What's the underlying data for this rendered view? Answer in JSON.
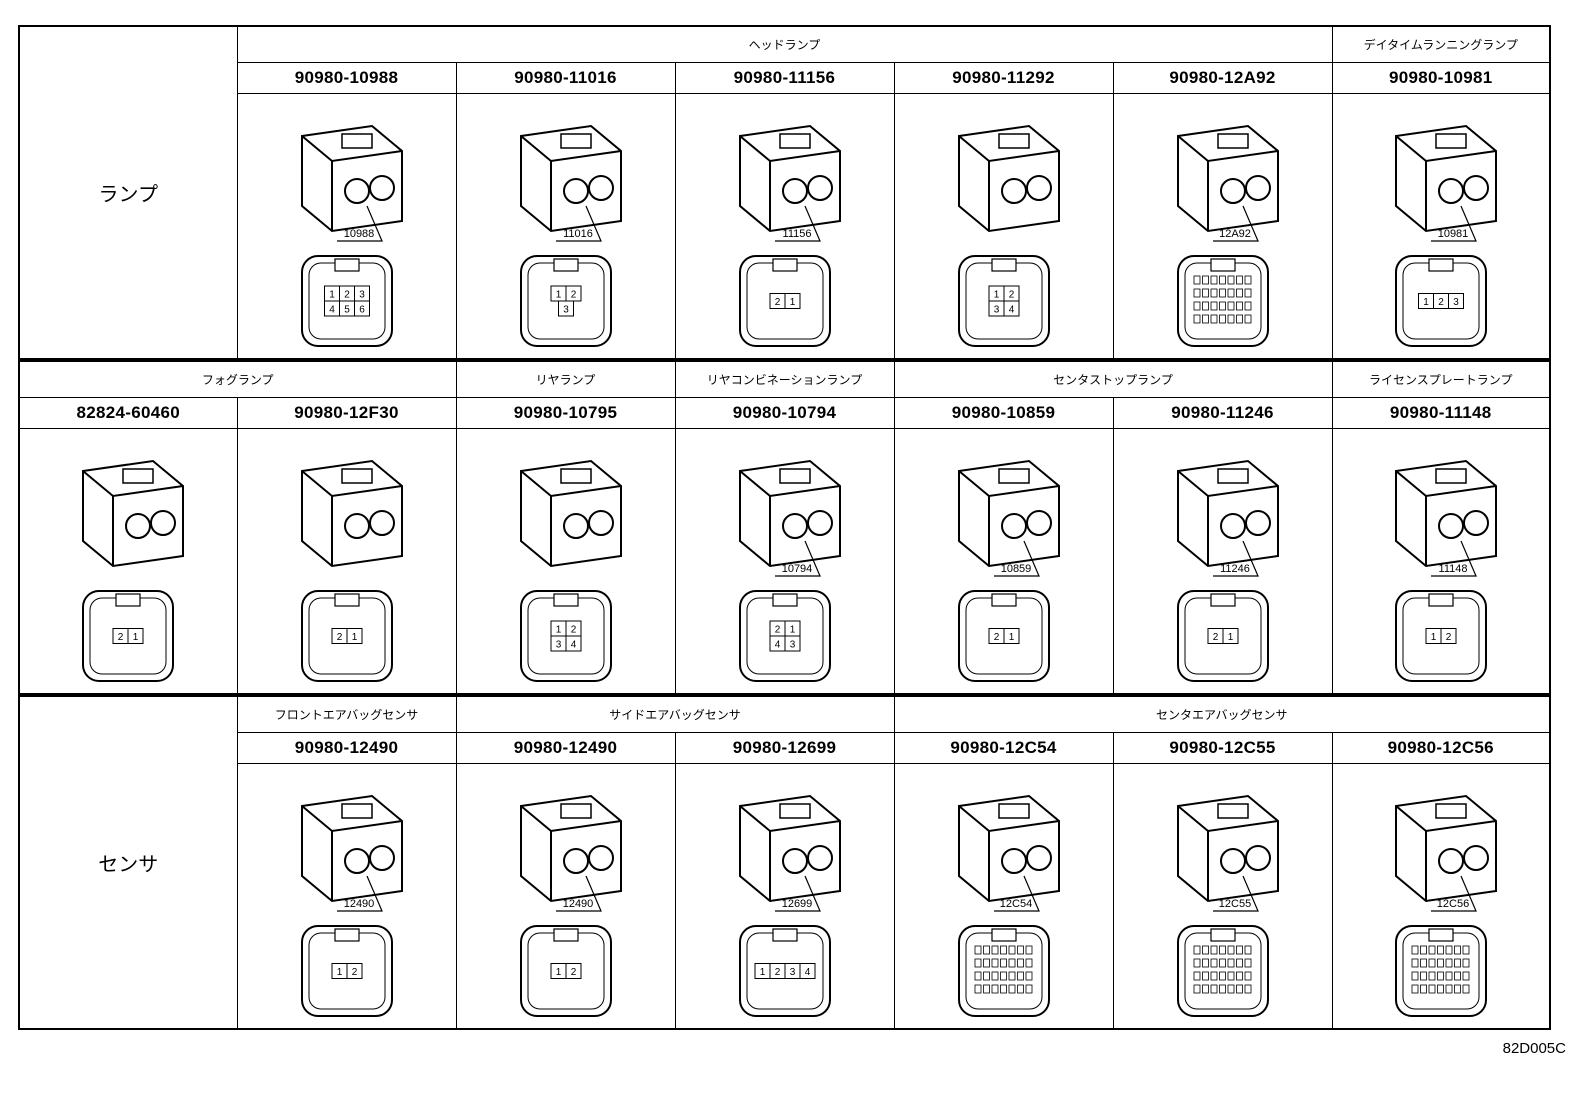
{
  "groups": [
    {
      "category": "ランプ",
      "headers": [
        {
          "label": "ヘッドランプ",
          "span": 5
        },
        {
          "label": "デイタイムランニングランプ",
          "span": 1
        }
      ],
      "connectors": [
        {
          "part_no": "90980-10988",
          "callout": "10988",
          "pins": [
            [
              "1",
              "2",
              "3"
            ],
            [
              "4",
              "5",
              "6"
            ]
          ]
        },
        {
          "part_no": "90980-11016",
          "callout": "11016",
          "pins": [
            [
              "1",
              "2"
            ],
            [
              "3"
            ]
          ]
        },
        {
          "part_no": "90980-11156",
          "callout": "11156",
          "pins": [
            [
              "2",
              "1"
            ]
          ]
        },
        {
          "part_no": "90980-11292",
          "callout": "",
          "pins": [
            [
              "1",
              "2"
            ],
            [
              "3",
              "4"
            ]
          ]
        },
        {
          "part_no": "90980-12A92",
          "callout": "12A92",
          "pins": []
        },
        {
          "part_no": "90980-10981",
          "callout": "10981",
          "pins": [
            [
              "1",
              "2",
              "3"
            ]
          ]
        }
      ]
    },
    {
      "category": "",
      "headers": [
        {
          "label": "フォグランプ",
          "span": 2
        },
        {
          "label": "リヤランプ",
          "span": 1
        },
        {
          "label": "リヤコンビネーションランプ",
          "span": 1
        },
        {
          "label": "センタストップランプ",
          "span": 2
        },
        {
          "label": "ライセンスプレートランプ",
          "span": 1
        }
      ],
      "connectors": [
        {
          "part_no": "82824-60460",
          "callout": "",
          "pins": [
            [
              "2",
              "1"
            ]
          ]
        },
        {
          "part_no": "90980-12F30",
          "callout": "",
          "pins": [
            [
              "2",
              "1"
            ]
          ]
        },
        {
          "part_no": "90980-10795",
          "callout": "",
          "pins": [
            [
              "1",
              "2"
            ],
            [
              "3",
              "4"
            ]
          ]
        },
        {
          "part_no": "90980-10794",
          "callout": "10794",
          "pins": [
            [
              "2",
              "1"
            ],
            [
              "4",
              "3"
            ]
          ]
        },
        {
          "part_no": "90980-10859",
          "callout": "10859",
          "pins": [
            [
              "2",
              "1"
            ]
          ]
        },
        {
          "part_no": "90980-11246",
          "callout": "11246",
          "pins": [
            [
              "2",
              "1"
            ]
          ]
        },
        {
          "part_no": "90980-11148",
          "callout": "11148",
          "pins": [
            [
              "1",
              "2"
            ]
          ]
        }
      ]
    },
    {
      "category": "センサ",
      "headers": [
        {
          "label": "フロントエアバッグセンサ",
          "span": 1
        },
        {
          "label": "サイドエアバッグセンサ",
          "span": 2
        },
        {
          "label": "センタエアバッグセンサ",
          "span": 3
        }
      ],
      "connectors": [
        {
          "part_no": "90980-12490",
          "callout": "12490",
          "pins": [
            [
              "1",
              "2"
            ]
          ]
        },
        {
          "part_no": "90980-12490",
          "callout": "12490",
          "pins": [
            [
              "1",
              "2"
            ]
          ]
        },
        {
          "part_no": "90980-12699",
          "callout": "12699",
          "pins": [
            [
              "1",
              "2",
              "3",
              "4"
            ]
          ]
        },
        {
          "part_no": "90980-12C54",
          "callout": "12C54",
          "pins": []
        },
        {
          "part_no": "90980-12C55",
          "callout": "12C55",
          "pins": []
        },
        {
          "part_no": "90980-12C56",
          "callout": "12C56",
          "pins": []
        }
      ]
    }
  ],
  "figure_id": "82D005C"
}
